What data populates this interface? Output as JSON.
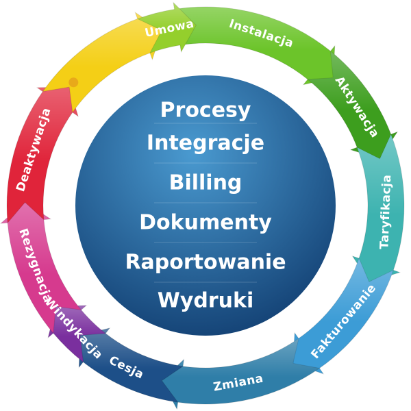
{
  "cycle": {
    "segments": [
      {
        "label": "Instalacja",
        "color": "#6cc42a"
      },
      {
        "label": "Aktywacja",
        "color": "#3d9e1e"
      },
      {
        "label": "Taryfikacja",
        "color": "#3db3b0"
      },
      {
        "label": "Fakturowanie",
        "color": "#3c9cd6"
      },
      {
        "label": "Zmiana",
        "color": "#2f7ea8"
      },
      {
        "label": "Cesja",
        "color": "#1d4f88"
      },
      {
        "label": "Windykacja",
        "color": "#7a2f9e"
      },
      {
        "label": "Rezygnacja",
        "color": "#d63a8e"
      },
      {
        "label": "Deaktywacja",
        "color": "#e0243a"
      },
      {
        "label": "",
        "color": "#f4cf16"
      },
      {
        "label": "Umowa",
        "color": "#94cf2c"
      }
    ]
  },
  "center": {
    "items": [
      "Procesy",
      "Integracje",
      "Billing",
      "Dokumenty",
      "Raportowanie",
      "Wydruki"
    ],
    "color_top": "#4a9ad0",
    "color_bottom": "#123f72"
  }
}
